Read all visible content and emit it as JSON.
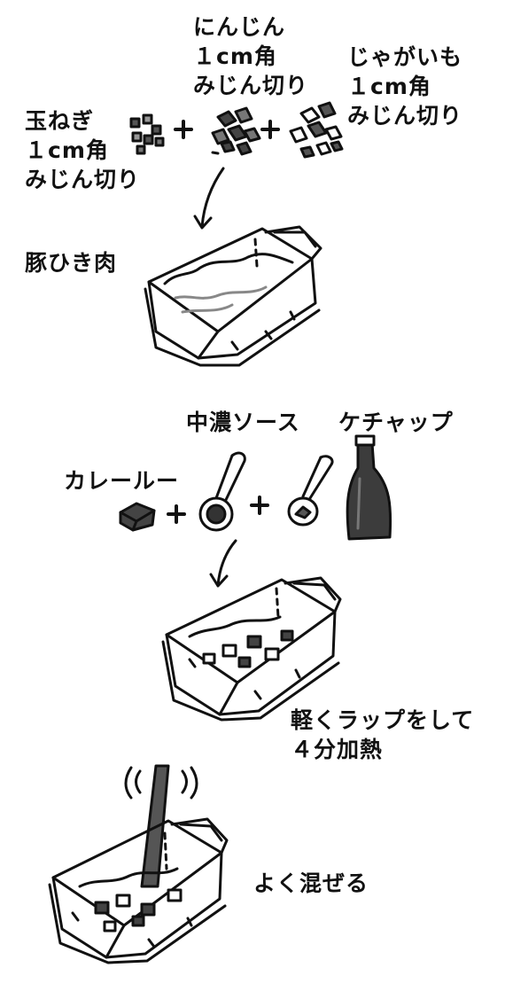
{
  "step1": {
    "onion": [
      "玉ねぎ",
      "１cm角",
      "みじん切り"
    ],
    "carrot": [
      "にんじん",
      "１cm角",
      "みじん切り"
    ],
    "potato": [
      "じゃがいも",
      "１cm角",
      "みじん切り"
    ],
    "pork": "豚ひき肉"
  },
  "step2": {
    "sauce": "中濃ソース",
    "ketchup": "ケチャップ",
    "curry_roux": "カレールー",
    "heat": [
      "軽くラップをして",
      "４分加熱"
    ]
  },
  "step3": {
    "mix": "よく混ぜる"
  },
  "colors": {
    "ink": "#111111",
    "fill_dark": "#4a4a4a",
    "fill_mid": "#8a8a8a",
    "ketchup_bottle": "#3c3c3c"
  }
}
